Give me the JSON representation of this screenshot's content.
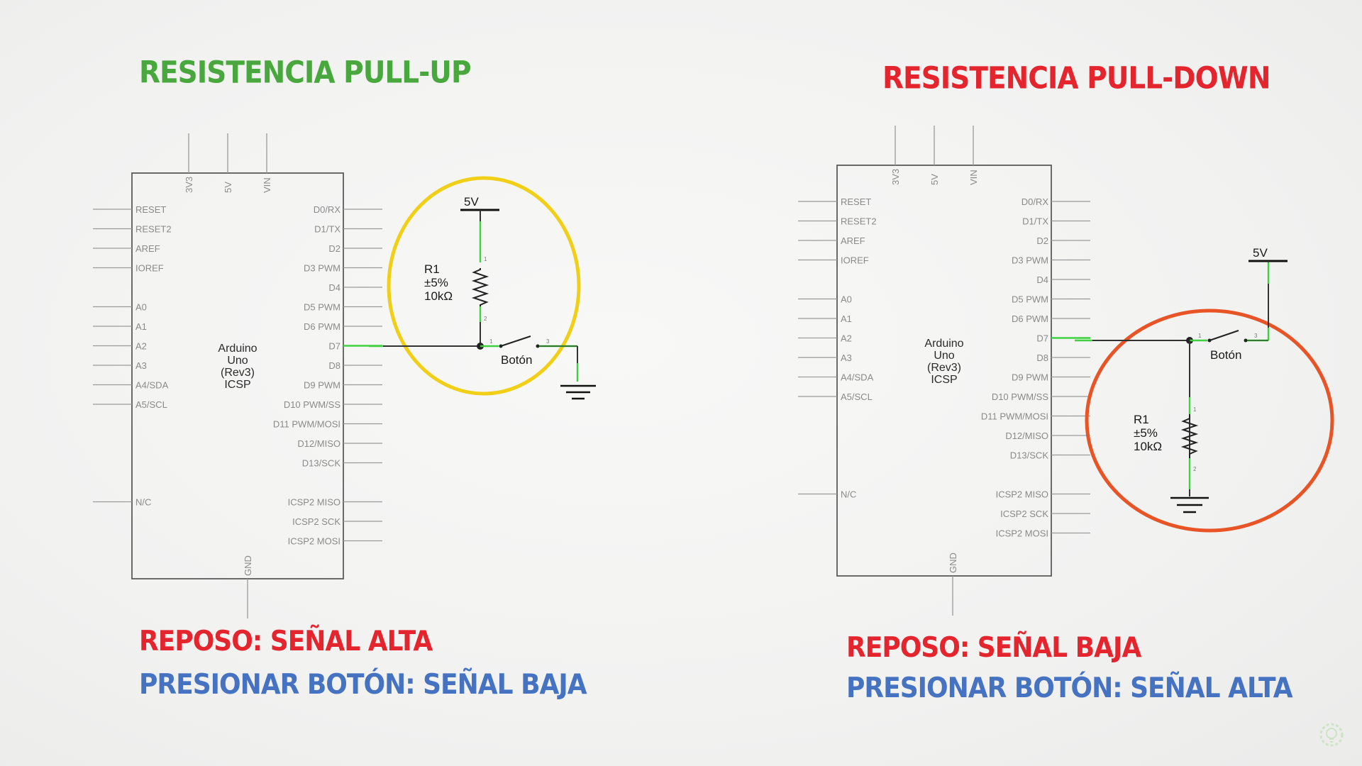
{
  "left": {
    "title": "RESISTENCIA PULL-UP",
    "caption_rest": "REPOSO: SEÑAL ALTA",
    "caption_press": "PRESIONAR BOTÓN: SEÑAL BAJA",
    "highlight_color": "#f0cf16"
  },
  "right": {
    "title": "RESISTENCIA PULL-DOWN",
    "caption_rest": "REPOSO: SEÑAL BAJA",
    "caption_press": "PRESIONAR BOTÓN: SEÑAL ALTA",
    "highlight_color": "#e85426"
  },
  "arduino": {
    "name": [
      "Arduino",
      "Uno",
      "(Rev3)",
      "ICSP"
    ],
    "top_pins": [
      "3V3",
      "5V",
      "VIN"
    ],
    "bottom_pin": "GND",
    "left_pins": [
      {
        "label": "RESET",
        "row": 0
      },
      {
        "label": "RESET2",
        "row": 1
      },
      {
        "label": "AREF",
        "row": 2
      },
      {
        "label": "IOREF",
        "row": 3
      },
      {
        "label": "A0",
        "row": 5
      },
      {
        "label": "A1",
        "row": 6
      },
      {
        "label": "A2",
        "row": 7
      },
      {
        "label": "A3",
        "row": 8
      },
      {
        "label": "A4/SDA",
        "row": 9
      },
      {
        "label": "A5/SCL",
        "row": 10
      },
      {
        "label": "N/C",
        "row": 15
      }
    ],
    "right_pins": [
      "D0/RX",
      "D1/TX",
      "D2",
      "D3 PWM",
      "D4",
      "D5 PWM",
      "D6 PWM",
      "D7",
      "D8",
      "D9 PWM",
      "D10 PWM/SS",
      "D11 PWM/MOSI",
      "D12/MISO",
      "D13/SCK",
      "",
      "ICSP2 MISO",
      "ICSP2 SCK",
      "ICSP2 MOSI"
    ]
  },
  "circuit": {
    "supply": "5V",
    "resistor_lines": [
      "R1",
      "±5%",
      "10kΩ"
    ],
    "button": "Botón",
    "pin_numbers": [
      "1",
      "2",
      "3"
    ]
  },
  "logo_icon": "lightbulb-gear-icon"
}
